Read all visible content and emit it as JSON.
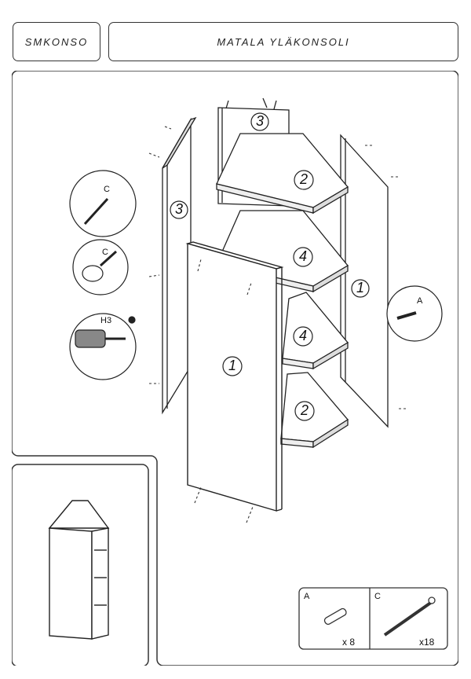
{
  "header": {
    "code": "SMKONSO",
    "title": "MATALA YLÄKONSOLI"
  },
  "parts": {
    "back_panel": "3",
    "side_left": "3",
    "shelf_top": "2",
    "shelf_mid_upper": "4",
    "shelf_mid_lower": "4",
    "shelf_bottom": "2",
    "side_right": "1",
    "front_panel": "1"
  },
  "callouts": {
    "screw_label": "C",
    "screw_label_2": "C",
    "drill_label": "H3",
    "dowel_label": "A"
  },
  "hardware": {
    "dowel": {
      "label": "A",
      "qty": "x 8"
    },
    "screw": {
      "label": "C",
      "qty": "x18"
    }
  }
}
